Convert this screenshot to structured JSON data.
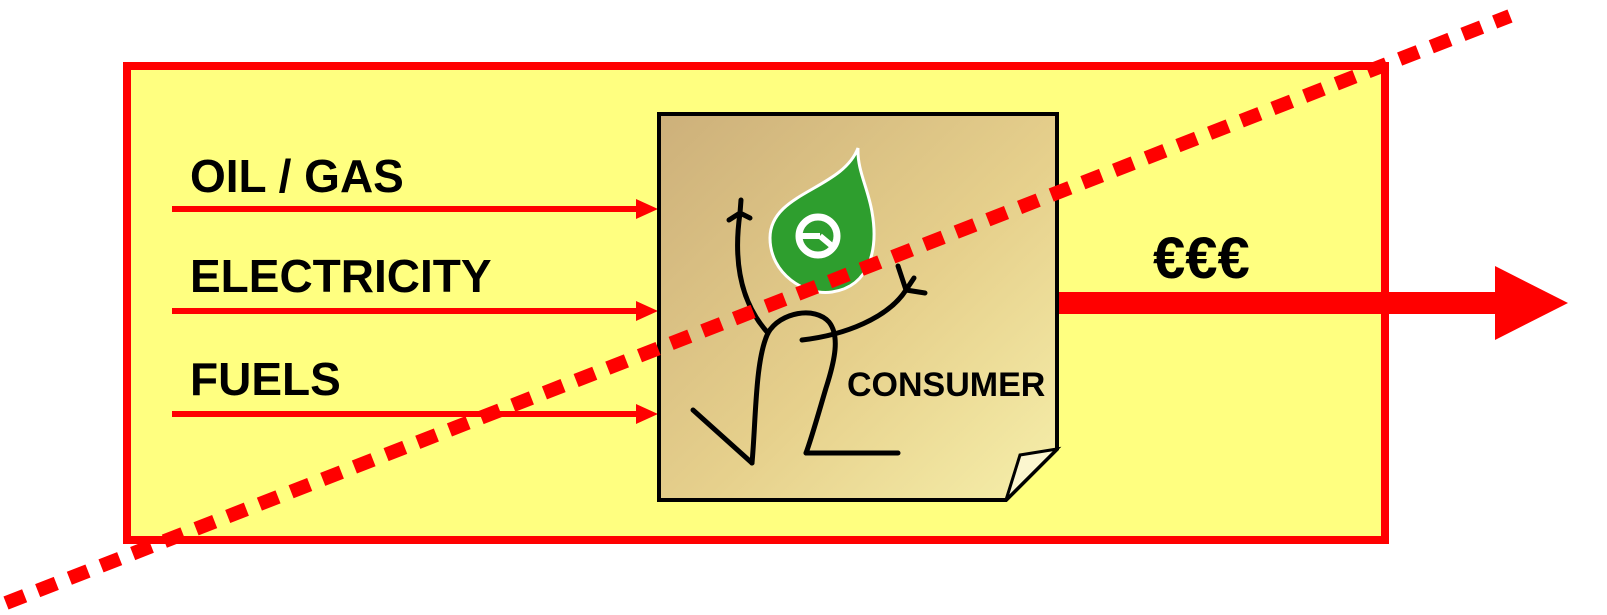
{
  "diagram": {
    "inputs": [
      {
        "label": "OIL / GAS"
      },
      {
        "label": "ELECTRICITY"
      },
      {
        "label": "FUELS"
      }
    ],
    "consumer_label": "CONSUMER",
    "output_label": "€€€",
    "icons": {
      "consumer_figure": "stick-figure-icon",
      "logo": "green-leaf-logo-icon"
    },
    "colors": {
      "box_fill": "#ffff80",
      "border": "#ff0000",
      "arrow": "#ff0000",
      "note_fill": "#e7cf8f",
      "logo": "#2e9e2e"
    }
  }
}
